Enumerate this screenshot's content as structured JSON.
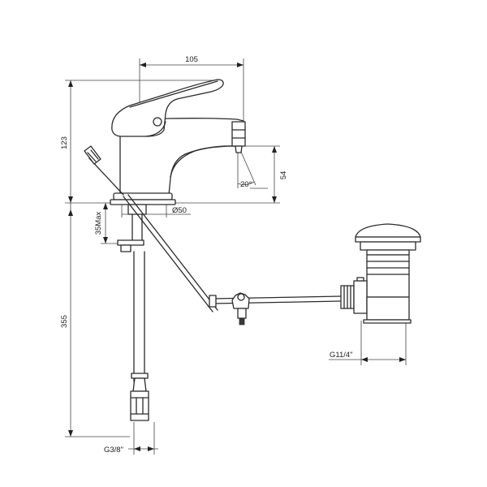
{
  "dimensions": {
    "width_top": "105",
    "height_body": "123",
    "spout_angle": "20°",
    "spout_height": "54",
    "base_diameter": "Ø50",
    "max_deck": "35Max",
    "total_height": "355",
    "waste_thread": "G11/4\"",
    "hose_thread": "G3/8\""
  },
  "colors": {
    "line": "#2b2b2b",
    "background": "#ffffff"
  }
}
